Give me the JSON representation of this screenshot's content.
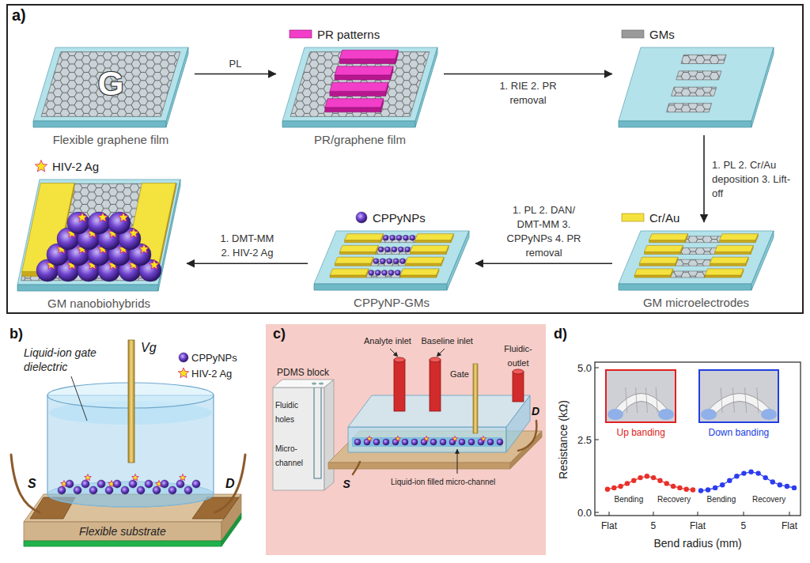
{
  "diagram": {
    "nodes": [
      {
        "text": [
          "a)"
        ]
      },
      {
        "text": [
          "G",
          "Flexible graphene film"
        ],
        "in": 0
      },
      {
        "text": [
          "PR patterns",
          "PR/graphene film"
        ],
        "in": 0
      },
      {
        "text": [
          "GMs"
        ],
        "in": 0
      },
      {
        "text": [
          "Cr/Au",
          "GM microelectrodes"
        ],
        "in": 0
      },
      {
        "text": [
          "CPPyNPs",
          "CPPyNP-GMs"
        ],
        "in": 0
      },
      {
        "text": [
          "HIV-2 Ag",
          "GM nanobiohybrids"
        ],
        "in": 0
      }
    ],
    "edges": [
      {
        "from": 1,
        "to": 2,
        "arrow": "to",
        "label": "PL"
      },
      {
        "from": 2,
        "to": 3,
        "arrow": "to",
        "label": "1. RIE 2. PR removal"
      },
      {
        "from": 3,
        "to": 4,
        "arrow": "to",
        "label": "1. PL 2. Cr/Au deposition 3. Lift-off"
      },
      {
        "from": 4,
        "to": 5,
        "arrow": "to",
        "label": "1. PL 2. DAN/ DMT-MM 3. CPPyNPs 4. PR removal"
      },
      {
        "from": 5,
        "to": 6,
        "arrow": "to",
        "label": "1. DMT-MM 2. HIV-2 Ag"
      }
    ],
    "labels": [
      "b)",
      "Liquid-ion gate dielectric",
      "Vg",
      "CPPyNPs",
      "HIV-2 Ag",
      "S",
      "D",
      "Flexible substrate",
      "c)",
      "PDMS block",
      "Fluidic holes",
      "Micro-channel",
      "Analyte inlet",
      "Baseline inlet",
      "Gate",
      "D",
      "Fluidic-outlet",
      "S",
      "Liquid-ion filled micro-channel",
      "d)",
      "Resistance (kΩ)",
      "5.0",
      "2.5",
      "0.0",
      "Flat",
      "5",
      "Flat",
      "5",
      "Flat",
      "Bend radius (mm)",
      "Up banding",
      "Down banding",
      "Bending",
      "Recovery",
      "Bending",
      "Recovery"
    ]
  }
}
